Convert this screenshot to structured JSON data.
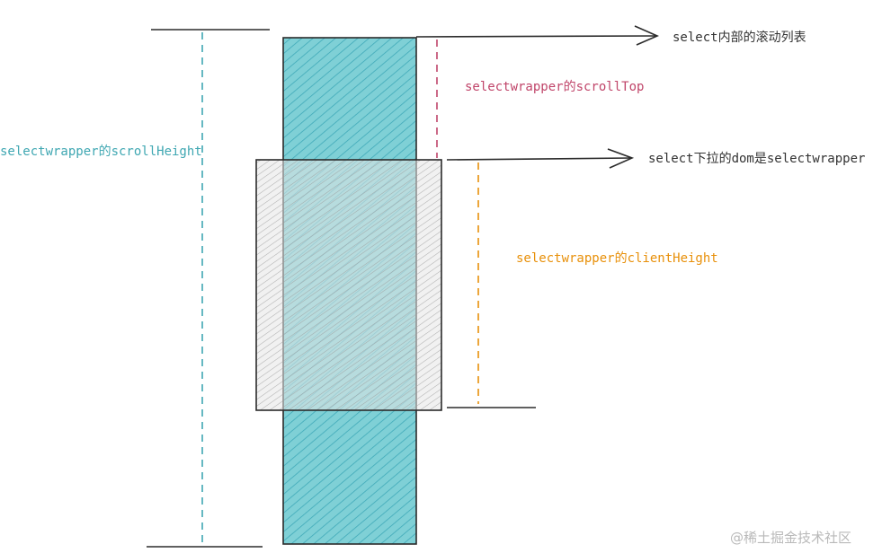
{
  "labels": {
    "scroll_list": "select内部的滚动列表",
    "scroll_top": "selectwrapper的scrollTop",
    "wrapper_dom": "select下拉的dom是selectwrapper",
    "client_height": "selectwrapper的clientHeight",
    "scroll_height": "selectwrapper的scrollHeight"
  },
  "watermark": "@稀土掘金技术社区",
  "colors": {
    "list_fill": "#7fd0d6",
    "list_hatch": "#3fa9b8",
    "wrapper_fill": "#e6e6e6",
    "wrapper_hatch": "#9a9a9a",
    "outline": "#2b2b2b",
    "scroll_height": "#3fa7b2",
    "scroll_top": "#c0456a",
    "client_height": "#e8900a",
    "text": "#333333",
    "watermark": "#b9b9b9"
  }
}
